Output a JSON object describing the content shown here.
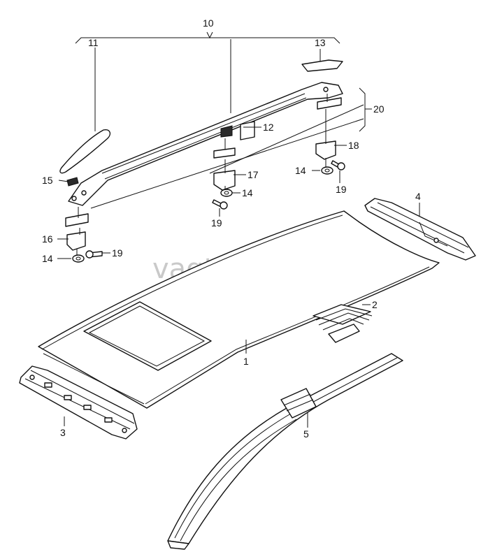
{
  "watermark": "vagtec.ru",
  "callouts": {
    "c1": "1",
    "c2": "2",
    "c3": "3",
    "c4": "4",
    "c5": "5",
    "c10": "10",
    "c11": "11",
    "c12": "12",
    "c13": "13",
    "c14a": "14",
    "c14b": "14",
    "c14c": "14",
    "c15": "15",
    "c16": "16",
    "c17": "17",
    "c18": "18",
    "c19a": "19",
    "c19b": "19",
    "c19c": "19",
    "c20": "20"
  },
  "colors": {
    "ink": "#111111",
    "watermark": "#c9c9c9",
    "background": "#ffffff"
  }
}
